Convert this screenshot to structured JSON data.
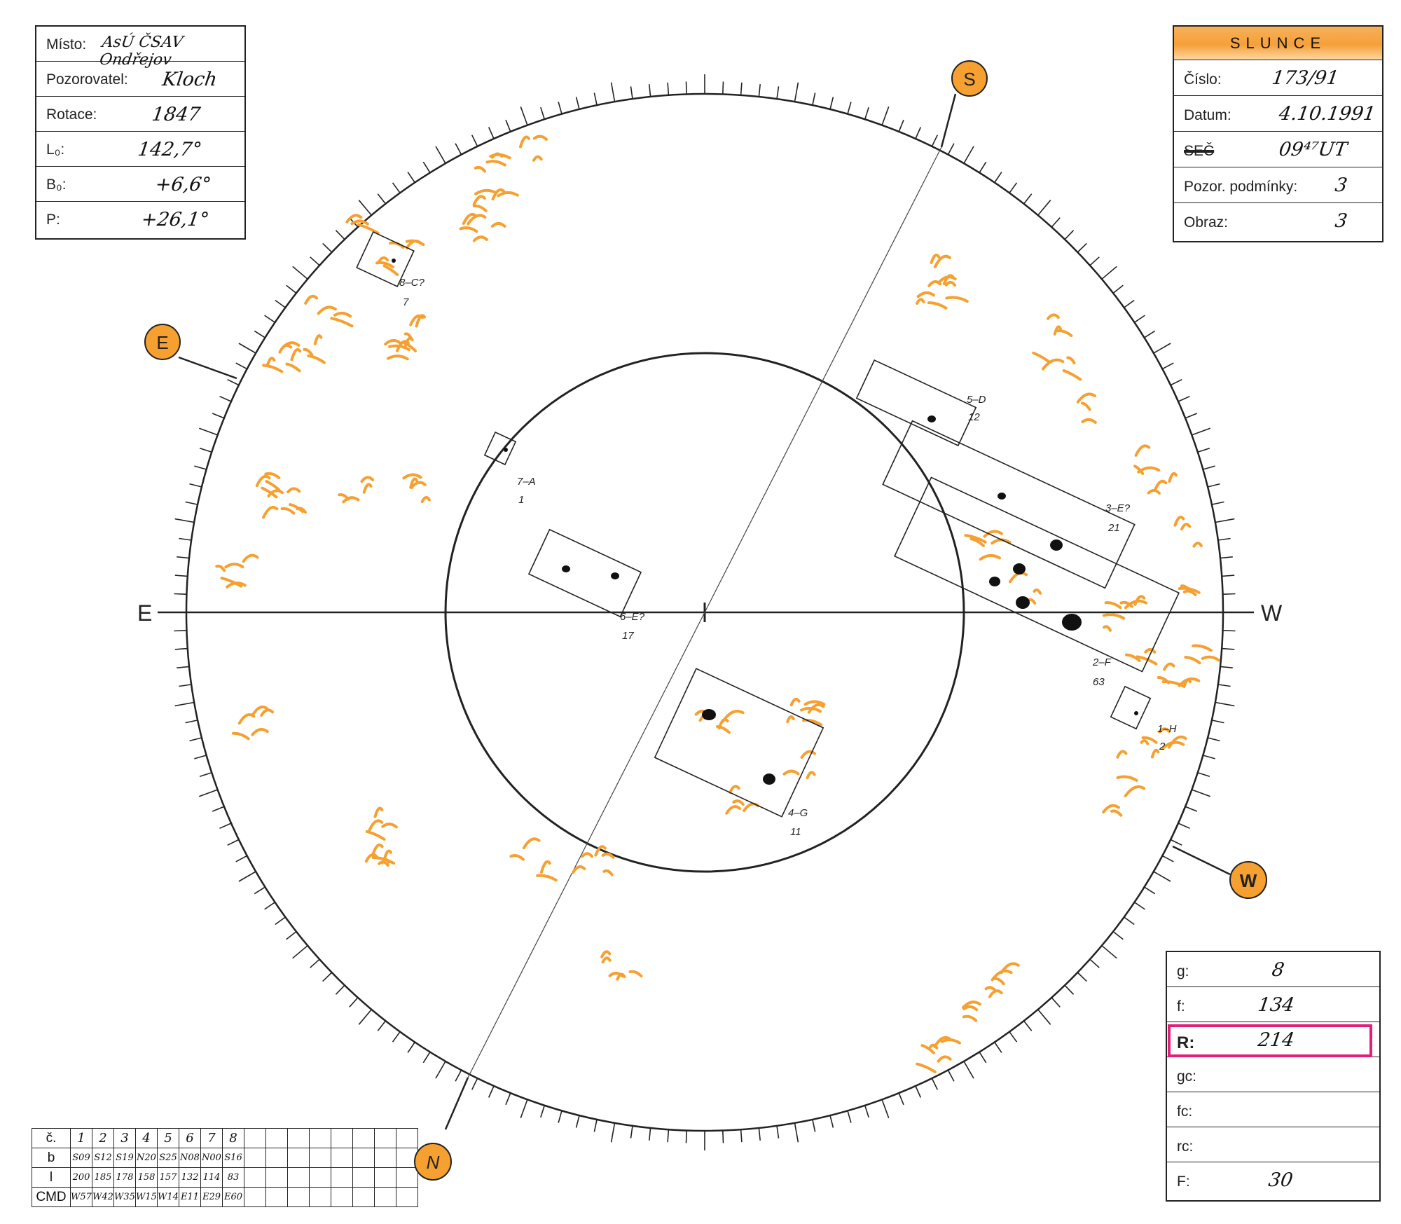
{
  "observation": {
    "misto_label": "Místo:",
    "misto_value": "AsÚ ČSAV Ondřejov",
    "pozorovatel_label": "Pozorovatel:",
    "pozorovatel_value": "Kloch",
    "rotace_label": "Rotace:",
    "rotace_value": "1847",
    "l0_label": "L₀:",
    "l0_value": "142,7°",
    "b0_label": "B₀:",
    "b0_value": "+6,6°",
    "p_label": "P:",
    "p_value": "+26,1°"
  },
  "header": {
    "title": "SLUNCE",
    "cislo_label": "Číslo:",
    "cislo_value": "173/91",
    "datum_label": "Datum:",
    "datum_value": "4.10.1991",
    "cas_label": "SEČ",
    "cas_value": "09⁴⁷UT",
    "pozor_label": "Pozor. podmínky:",
    "pozor_value": "3",
    "obraz_label": "Obraz:",
    "obraz_value": "3"
  },
  "stats": {
    "g_label": "g:",
    "g_value": "8",
    "f_label": "f:",
    "f_value": "134",
    "r_label": "R:",
    "r_value": "214",
    "gc_label": "gc:",
    "fc_label": "fc:",
    "rc_label": "rc:",
    "F_label": "F:",
    "F_value": "30"
  },
  "directions": {
    "east_axis": "E",
    "west_axis": "W",
    "s_marker": "S",
    "n_marker": "N",
    "e_marker": "E",
    "w_marker": "W"
  },
  "group_table": {
    "row_labels": [
      "č.",
      "b",
      "l",
      "CMD"
    ],
    "numbers": [
      "1",
      "2",
      "3",
      "4",
      "5",
      "6",
      "7",
      "8"
    ],
    "b": [
      "S09",
      "S12",
      "S19",
      "N20",
      "S25",
      "N08",
      "N00",
      "S16"
    ],
    "l": [
      "200",
      "185",
      "178",
      "158",
      "157",
      "132",
      "114",
      "83"
    ],
    "cmd": [
      "W57",
      "W42",
      "W35",
      "W15",
      "W14",
      "E11",
      "E29",
      "E60"
    ]
  },
  "groups": [
    {
      "id": "g1",
      "label": "1–H",
      "count": "2"
    },
    {
      "id": "g2",
      "label": "2–F",
      "count": "63"
    },
    {
      "id": "g3",
      "label": "3–E?",
      "count": "21"
    },
    {
      "id": "g4",
      "label": "4–G",
      "count": "11"
    },
    {
      "id": "g5",
      "label": "5–D",
      "count": "12"
    },
    {
      "id": "g6",
      "label": "6–E?",
      "count": "17"
    },
    {
      "id": "g7",
      "label": "7–A",
      "count": "1"
    },
    {
      "id": "g8",
      "label": "8–C?",
      "count": "7"
    }
  ],
  "colors": {
    "faculae": "#f5a030",
    "marker": "#f5a030",
    "highlight": "#e0207a",
    "ink": "#111111"
  }
}
